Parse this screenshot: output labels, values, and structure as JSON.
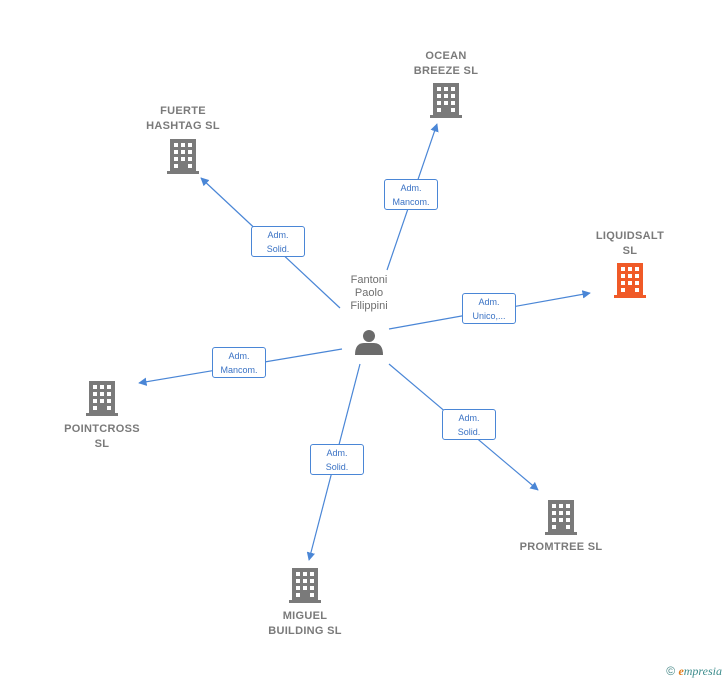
{
  "center": {
    "label_lines": [
      "Fantoni",
      "Paolo",
      "Filippini"
    ],
    "icon": "person-icon"
  },
  "companies": [
    {
      "id": "ocean-breeze",
      "lines": [
        "OCEAN",
        "BREEZE  SL"
      ],
      "icon": "building-icon",
      "color": "#7a7a7a"
    },
    {
      "id": "fuerte-hashtag",
      "lines": [
        "FUERTE",
        "HASHTAG  SL"
      ],
      "icon": "building-icon",
      "color": "#7a7a7a"
    },
    {
      "id": "liquidsalt",
      "lines": [
        "LIQUIDSALT",
        "SL"
      ],
      "icon": "building-icon",
      "color": "#f05a28"
    },
    {
      "id": "pointcross",
      "lines": [
        "POINTCROSS",
        "SL"
      ],
      "icon": "building-icon",
      "color": "#7a7a7a"
    },
    {
      "id": "promtree",
      "lines": [
        "PROMTREE  SL"
      ],
      "icon": "building-icon",
      "color": "#7a7a7a"
    },
    {
      "id": "miguel-building",
      "lines": [
        "MIGUEL",
        "BUILDING  SL"
      ],
      "icon": "building-icon",
      "color": "#7a7a7a"
    }
  ],
  "edges": [
    {
      "target": "ocean-breeze",
      "lines": [
        "Adm.",
        "Mancom."
      ]
    },
    {
      "target": "fuerte-hashtag",
      "lines": [
        "Adm.",
        "Solid."
      ]
    },
    {
      "target": "liquidsalt",
      "lines": [
        "Adm.",
        "Unico,..."
      ]
    },
    {
      "target": "pointcross",
      "lines": [
        "Adm.",
        "Mancom."
      ]
    },
    {
      "target": "promtree",
      "lines": [
        "Adm.",
        "Solid."
      ]
    },
    {
      "target": "miguel-building",
      "lines": [
        "Adm.",
        "Solid."
      ]
    }
  ],
  "footer": {
    "copyright": "©",
    "brand_first": "e",
    "brand_rest": "mpresia"
  },
  "colors": {
    "edge": "#4a86d6",
    "building": "#7a7a7a",
    "highlight": "#f05a28",
    "person": "#6b6b6b"
  }
}
